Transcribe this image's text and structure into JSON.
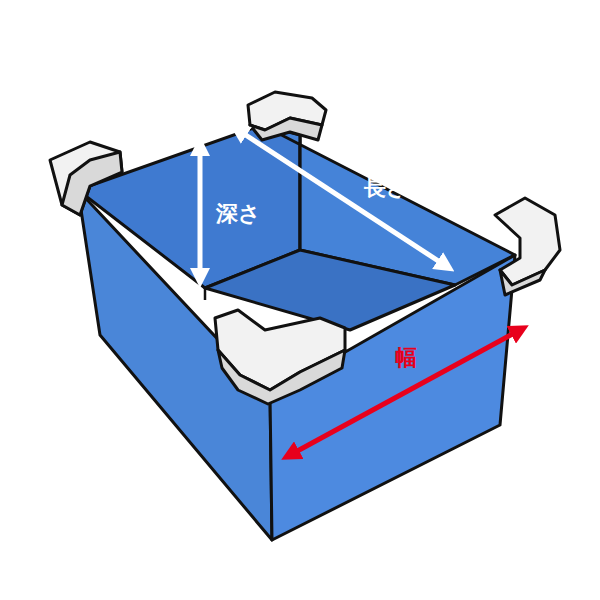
{
  "diagram": {
    "labels": [
      "深さ",
      "長さ",
      "幅"
    ]
  }
}
